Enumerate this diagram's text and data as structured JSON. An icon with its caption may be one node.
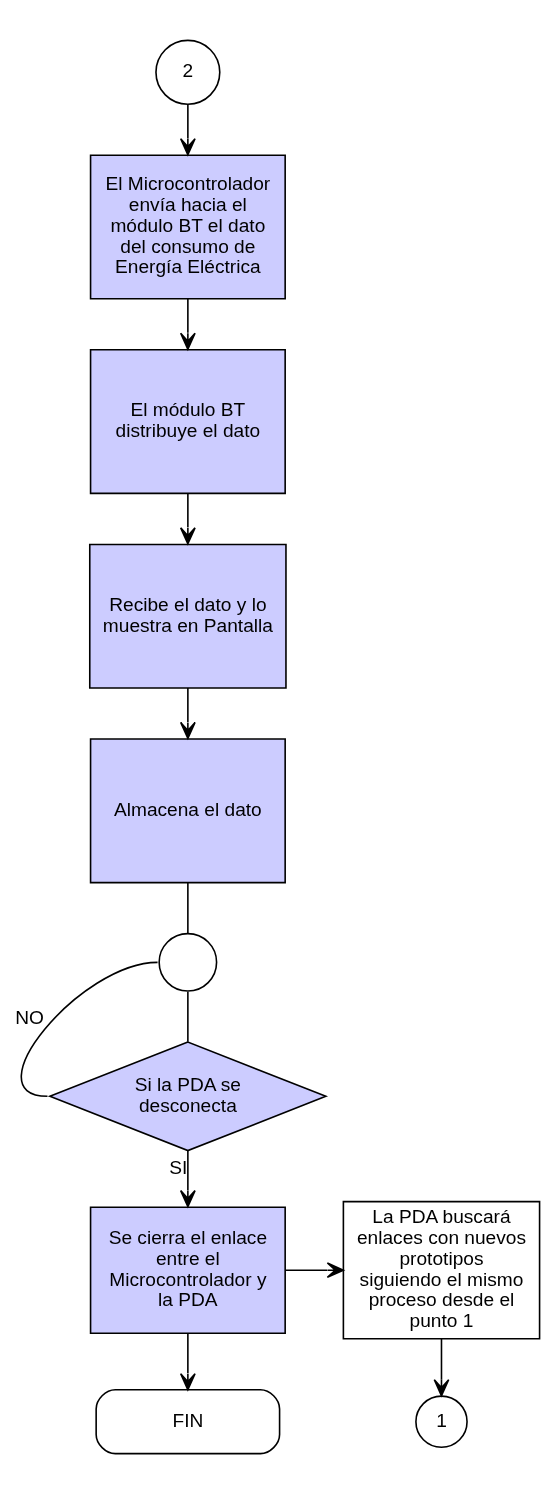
{
  "diagram": {
    "nodes": [
      {
        "text": [
          "2"
        ]
      },
      {
        "text": [
          "El Microcontrolador envía hacia el módulo BT el dato del consumo de Energía Eléctrica"
        ]
      },
      {
        "text": [
          "El módulo BT distribuye el dato"
        ]
      },
      {
        "text": [
          "Recibe el dato y lo muestra en Pantalla"
        ]
      },
      {
        "text": [
          "Almacena el dato"
        ]
      },
      {
        "text": [],
        "shape": "circle"
      },
      {
        "text": [
          "Si la PDA se desconecta"
        ]
      },
      {
        "text": [
          "Se cierra el enlace entre el Microcontrolador y la PDA"
        ]
      },
      {
        "text": [
          "La PDA buscará enlaces con nuevos prototipos siguiendo el mismo proceso desde el punto 1"
        ]
      },
      {
        "text": [
          "1"
        ]
      },
      {
        "text": [
          "FIN"
        ]
      }
    ],
    "edges": [
      {
        "from": 0,
        "to": 1,
        "arrow": "to"
      },
      {
        "from": 1,
        "to": 2,
        "arrow": "to"
      },
      {
        "from": 2,
        "to": 3,
        "arrow": "to"
      },
      {
        "from": 3,
        "to": 4,
        "arrow": "to"
      },
      {
        "from": 4,
        "to": 5,
        "arrow": "none"
      },
      {
        "from": 5,
        "to": 6,
        "arrow": "none"
      },
      {
        "from": 6,
        "to": 5,
        "arrow": "none",
        "label": "NO"
      },
      {
        "from": 6,
        "to": 7,
        "arrow": "to",
        "label": "SI"
      },
      {
        "from": 7,
        "to": 8,
        "arrow": "to"
      },
      {
        "from": 8,
        "to": 9,
        "arrow": "to"
      },
      {
        "from": 7,
        "to": 10,
        "arrow": "to"
      }
    ]
  }
}
